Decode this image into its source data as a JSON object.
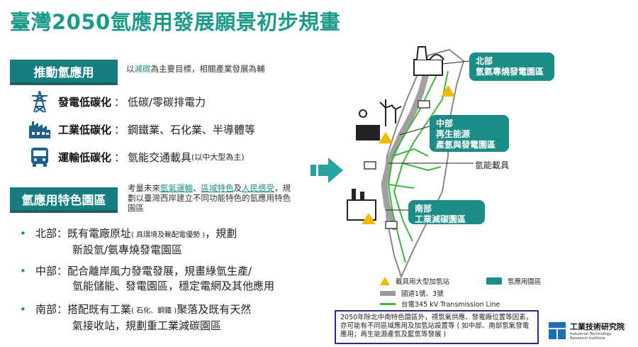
{
  "title": "臺灣2050氫應用發展願景初步規畫",
  "push": {
    "tag": "推動氫應用",
    "note_prefix": "以",
    "note_highlight": "減碳",
    "note_suffix": "為主要目標，相關產業發展為輔"
  },
  "sectors": [
    {
      "icon": "transmission-tower-icon",
      "key": "發電低碳化",
      "colon": "：",
      "value": "低碳/零碳排電力",
      "small": ""
    },
    {
      "icon": "factory-icon",
      "key": "工業低碳化",
      "colon": "：",
      "value": "鋼鐵業、石化業、半導體等",
      "small": ""
    },
    {
      "icon": "bus-icon",
      "key": "運輸低碳化",
      "colon": "：",
      "value": "氫能交通載具",
      "small": "(以中大型為主)"
    }
  ],
  "feature": {
    "tag": "氫應用特色園區",
    "note_lead": "考量未來",
    "note_hl1": "氫氣運輸",
    "note_sep1": "、",
    "note_hl2": "區域特色",
    "note_sep2": "及",
    "note_hl3": "人民感受",
    "note_tail": "，規劃以臺灣西岸建立不同功能特色的氫應用特色園區"
  },
  "bullets": [
    {
      "dot": "•",
      "head": "北部：既有電廠原址",
      "small": "( 具環境及輸配電優勢 )",
      "tail": "，規劃",
      "line2": "新設氫/氨專燒發電園區"
    },
    {
      "dot": "•",
      "head": "中部：配合離岸風力發電發展，規畫綠氫生產/",
      "small": "",
      "tail": "",
      "line2": "氫能儲能、發電園區，穩定電網及其他應用"
    },
    {
      "dot": "•",
      "head": "南部：搭配既有工業",
      "small": "( 石化、鋼鐵 )",
      "tail": "聚落及既有天然",
      "line2": "氣接收站，規劃重工業減碳園區"
    }
  ],
  "map": {
    "north": {
      "line1": "北部",
      "line2": "氫氨專燒發電園區"
    },
    "mid": {
      "line1": "中部",
      "line2": "再生能源",
      "line3": "產氫與發電園區"
    },
    "south": {
      "line1": "南部",
      "line2": "工業減碳園區"
    },
    "vehicle_label": "氫能載具"
  },
  "legend": {
    "station": "載具用大型加氫站",
    "park": "氫應用園區",
    "highway": "國道1號、3號",
    "line": "台電345 kV Transmission Line"
  },
  "colors": {
    "teal": "#1b8c86",
    "tag": "#177e80",
    "station": "#f3b800",
    "highway": "#9a9a9a",
    "line": "#3cb83c",
    "arrow": "#2aa3a0"
  },
  "note": "2050年除北中南特色園區外，視氫氣供應、發電廠位置等因素，亦可能有不同區域應用及加氫站設置等 ( 如中部、南部氫氣發電應用；再生能源產氫及藍氫等發展 )",
  "itri": {
    "zh": "工業技術研究院",
    "en1": "Industrial Technology",
    "en2": "Research Institute"
  }
}
